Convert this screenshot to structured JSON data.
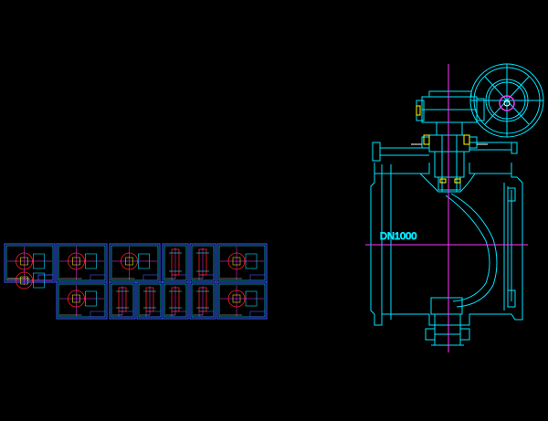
{
  "drawing": {
    "background": "#000000",
    "colors": {
      "outline": "#00e5ff",
      "centerline": "#ff33ff",
      "hatch": "#ff2020",
      "sheet_frame": "#3a5cff",
      "accent": "#ffff00",
      "white": "#ffffff"
    },
    "valve": {
      "size_label": "DN1000"
    },
    "sheets": {
      "row1_count": 6,
      "row2_count": 7
    }
  }
}
